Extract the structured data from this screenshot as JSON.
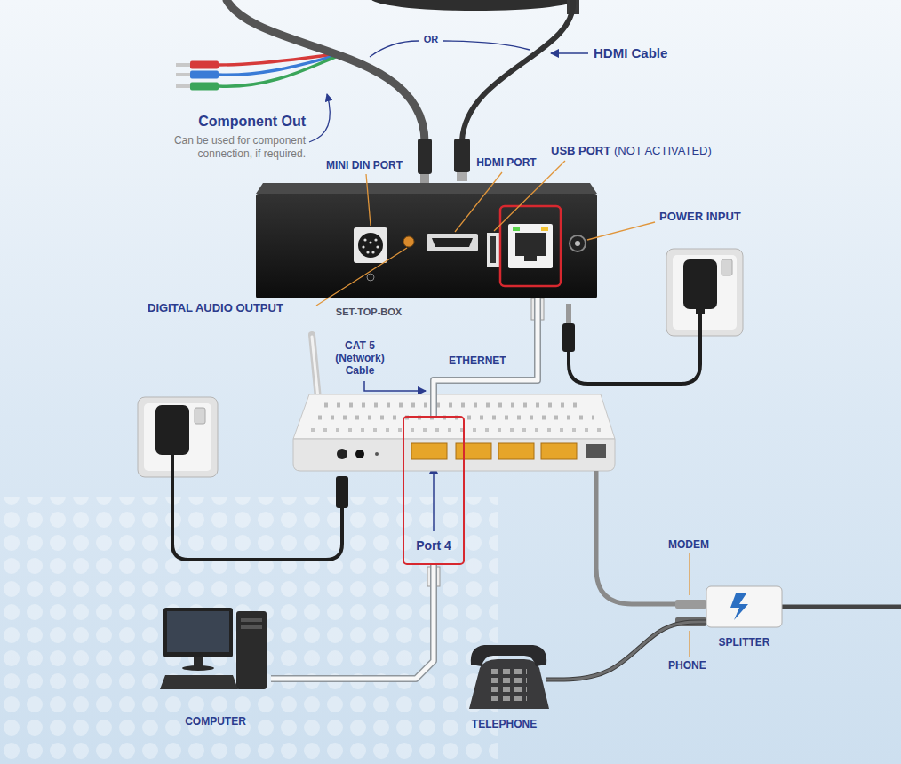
{
  "diagram": {
    "nodes": [
      {
        "text": [
          "SET-TOP-BOX"
        ]
      },
      {
        "text": [
          "Port 4"
        ]
      },
      {
        "text": [
          "SPLITTER"
        ]
      },
      {
        "text": [
          "COMPUTER"
        ]
      },
      {
        "text": [
          "TELEPHONE"
        ]
      }
    ],
    "edges": [
      {
        "from": 0,
        "to": 1,
        "arrow": "none"
      },
      {
        "from": 1,
        "to": 3,
        "arrow": "none"
      },
      {
        "from": 4,
        "to": 2,
        "arrow": "none"
      }
    ],
    "labels": [
      "HDMI Cable",
      "OR",
      "Component Out",
      "Can be used for component connection, if required.",
      "MINI DIN PORT",
      "HDMI PORT",
      "USB PORT",
      "(NOT ACTIVATED)",
      "POWER INPUT",
      "DIGITAL AUDIO OUTPUT",
      "CAT 5 (Network) Cable",
      "ETHERNET",
      "MODEM",
      "PHONE"
    ]
  }
}
